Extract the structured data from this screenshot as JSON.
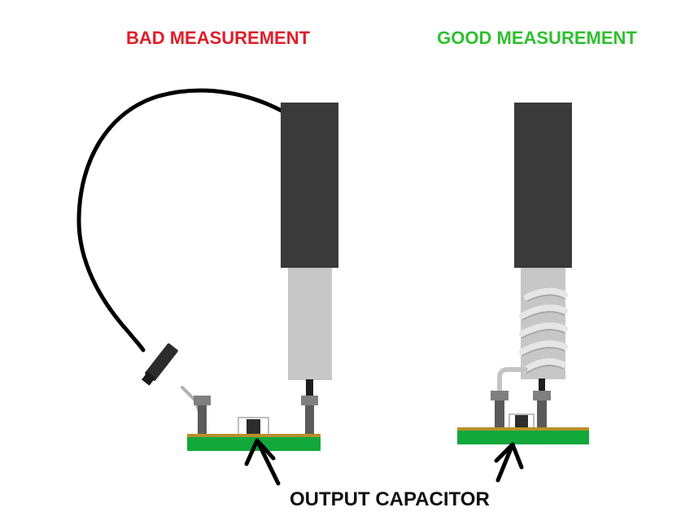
{
  "labels": {
    "bad_title": "BAD MEASUREMENT",
    "good_title": "GOOD MEASUREMENT",
    "callout": "OUTPUT CAPACITOR"
  },
  "colors": {
    "bad": "#dd1f2a",
    "good": "#2fbf2f",
    "pcb_green": "#12a83c",
    "pcb_copper": "#b8902a",
    "probe_body": "#3a3a3a",
    "probe_tip_sleeve": "#c7c7c7",
    "ground_lead": "#000000",
    "pin": "#5a5a5a",
    "capacitor": "#2d2d2d",
    "text": "#111111"
  },
  "icons": {
    "left_probe": "oscilloscope-probe-with-ground-clip-lead-icon",
    "right_probe": "oscilloscope-probe-with-ground-spring-icon",
    "arrow": "arrow-up-icon"
  }
}
